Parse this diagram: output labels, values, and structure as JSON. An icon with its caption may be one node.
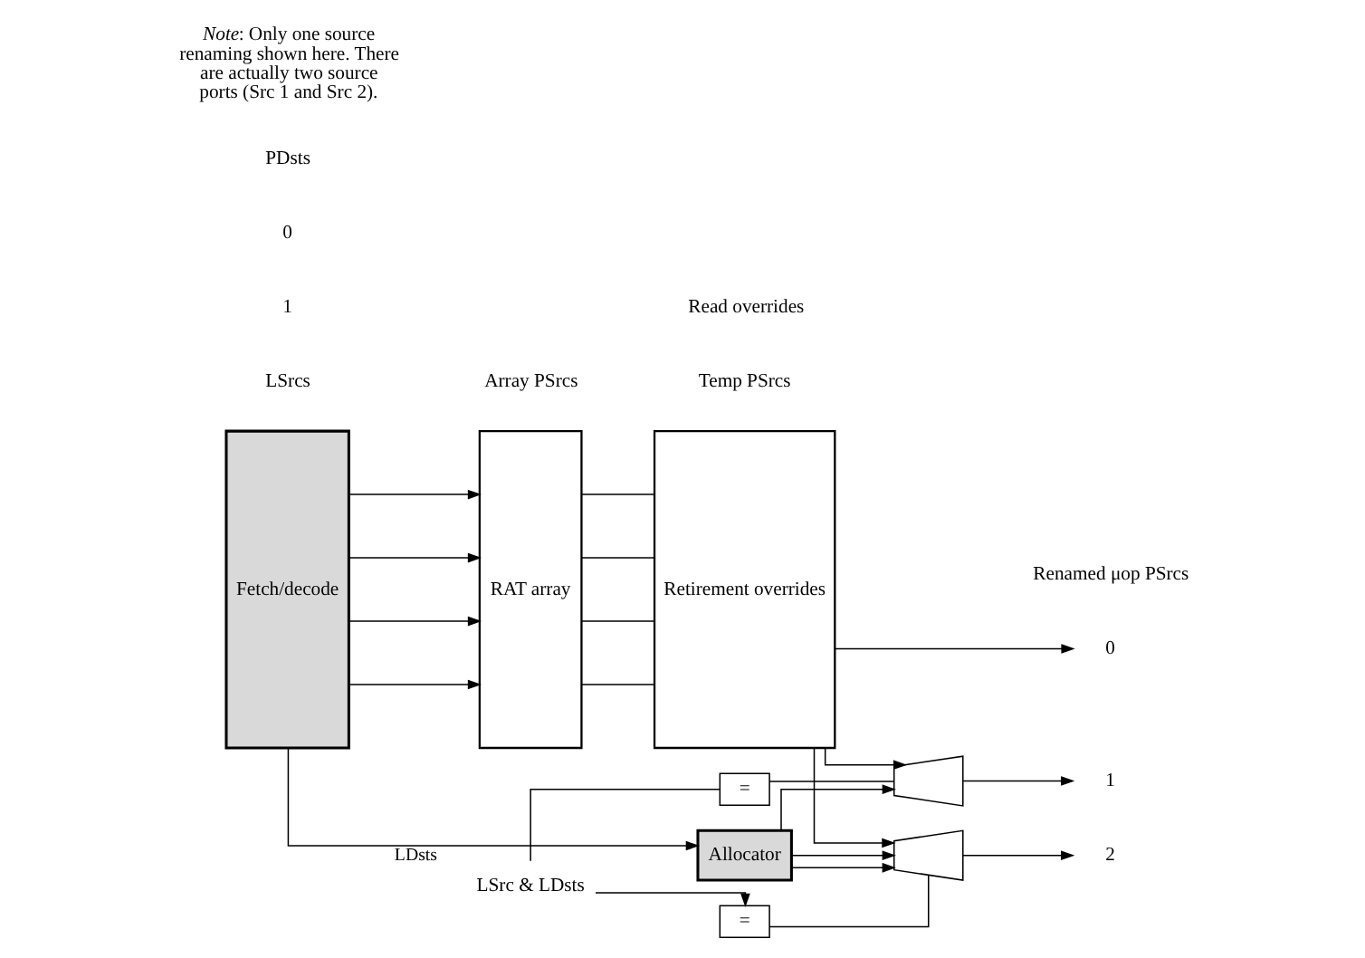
{
  "diagram": {
    "nodes": [
      {
        "text": [
          "Fetch/decode"
        ]
      },
      {
        "text": [
          "RAT array"
        ]
      },
      {
        "text": [
          "Retirement overrides"
        ]
      },
      {
        "text": [
          "LSrc & LDsts"
        ]
      },
      {
        "text": [
          "="
        ]
      },
      {
        "text": [],
        "shape": "trapezoid"
      },
      {
        "text": [
          "="
        ]
      },
      {
        "text": [],
        "shape": "trapezoid"
      },
      {
        "text": [
          "0"
        ]
      },
      {
        "text": [
          "1"
        ]
      },
      {
        "text": [
          "2"
        ]
      },
      {
        "text": [
          "Allocator"
        ]
      }
    ],
    "edges": [
      {
        "from": 0,
        "to": 1,
        "arrow": "to"
      },
      {
        "from": 0,
        "to": 1,
        "arrow": "to"
      },
      {
        "from": 0,
        "to": 1,
        "arrow": "to"
      },
      {
        "from": 0,
        "to": 1,
        "arrow": "to"
      },
      {
        "from": 1,
        "to": 2,
        "arrow": "none"
      },
      {
        "from": 1,
        "to": 2,
        "arrow": "none"
      },
      {
        "from": 1,
        "to": 2,
        "arrow": "none"
      },
      {
        "from": 1,
        "to": 2,
        "arrow": "none"
      },
      {
        "from": 2,
        "to": 8,
        "arrow": "to"
      },
      {
        "from": 2,
        "to": 5,
        "arrow": "to"
      },
      {
        "from": 2,
        "to": 7,
        "arrow": "to"
      },
      {
        "from": 3,
        "to": 4,
        "arrow": "none"
      },
      {
        "from": 3,
        "to": 6,
        "arrow": "to"
      },
      {
        "from": 4,
        "to": 5,
        "arrow": "none"
      },
      {
        "from": 6,
        "to": 7,
        "arrow": "none"
      },
      {
        "from": 5,
        "to": 9,
        "arrow": "to"
      },
      {
        "from": 7,
        "to": 10,
        "arrow": "to"
      },
      {
        "from": 0,
        "to": 11,
        "arrow": "to",
        "label": "LDsts"
      },
      {
        "from": 11,
        "to": 5,
        "arrow": "to"
      },
      {
        "from": 11,
        "to": 7,
        "arrow": "to"
      },
      {
        "from": 11,
        "to": 7,
        "arrow": "to"
      }
    ],
    "labels": [
      "LSrcs",
      "Array PSrcs",
      "Temp PSrcs",
      "Read overrides",
      "Renamed μop PSrcs",
      "1",
      "0",
      "PDsts",
      "*Note*: Only one source renaming shown here. There are actually two source ports (Src 1 and Src 2)."
    ]
  }
}
